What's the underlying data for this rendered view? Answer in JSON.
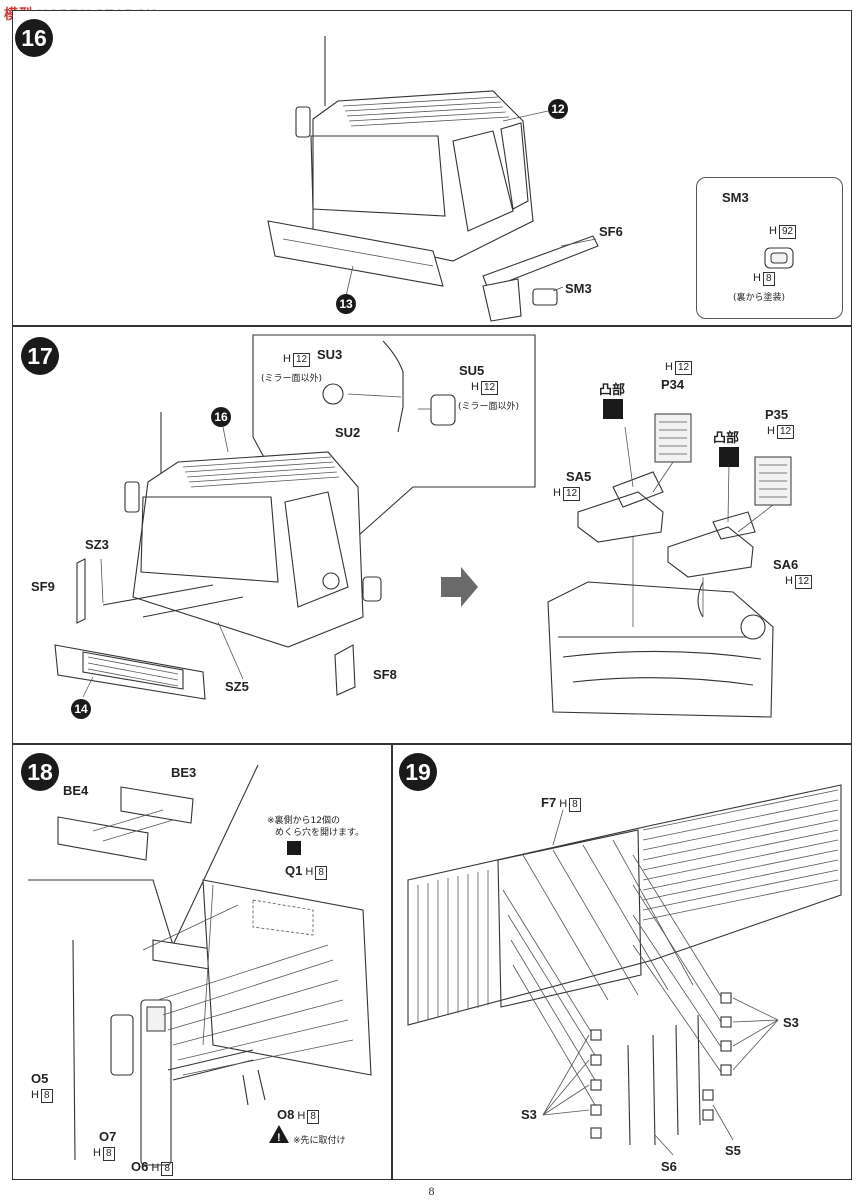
{
  "watermark": {
    "text_cn": "模型",
    "text_en": "HOBBY SEARCH"
  },
  "page_number": "8",
  "step16": {
    "number": "16",
    "callouts": {
      "c12": "12",
      "c13": "13"
    },
    "labels": {
      "sf6": "SF6",
      "sm3": "SM3"
    },
    "inset": {
      "title": "SM3",
      "h1_prefix": "H",
      "h1_code": "92",
      "h2_prefix": "H",
      "h2_code": "8",
      "note": "(裏から塗装)"
    }
  },
  "step17": {
    "number": "17",
    "callouts": {
      "c16": "16",
      "c14": "14"
    },
    "labels": {
      "sz3": "SZ3",
      "sf9": "SF9",
      "sz5": "SZ5",
      "sf8": "SF8",
      "su3": "SU3",
      "su5": "SU5",
      "su2": "SU2",
      "sa5": "SA5",
      "sa6": "SA6",
      "p34": "P34",
      "p35": "P35",
      "totsu1": "凸部",
      "totsu2": "凸部"
    },
    "hcodes": {
      "su3": "12",
      "su5": "12",
      "p34": "12",
      "p35": "12",
      "sa5": "12",
      "sa6": "12"
    },
    "notes": {
      "su3": "(ミラー面以外)",
      "su5": "(ミラー面以外)"
    }
  },
  "step18": {
    "number": "18",
    "labels": {
      "be4": "BE4",
      "be3": "BE3",
      "q1": "Q1",
      "o5": "O5",
      "o7": "O7",
      "o6": "O6",
      "o8": "O8"
    },
    "hcodes": {
      "q1": "8",
      "o5": "8",
      "o7": "8",
      "o6": "8",
      "o8": "8"
    },
    "notes": {
      "holes_line1": "※裏側から12個の",
      "holes_line2": "めくら穴を開けます。",
      "attach_first": "※先に取付け"
    }
  },
  "step19": {
    "number": "19",
    "labels": {
      "f7": "F7",
      "s3_right": "S3",
      "s3_left": "S3",
      "s5": "S5",
      "s6": "S6"
    },
    "hcodes": {
      "f7": "8"
    }
  },
  "colors": {
    "ink": "#1a1a1a",
    "line": "#333333",
    "arrow": "#6b6b6b",
    "paper": "#ffffff"
  }
}
